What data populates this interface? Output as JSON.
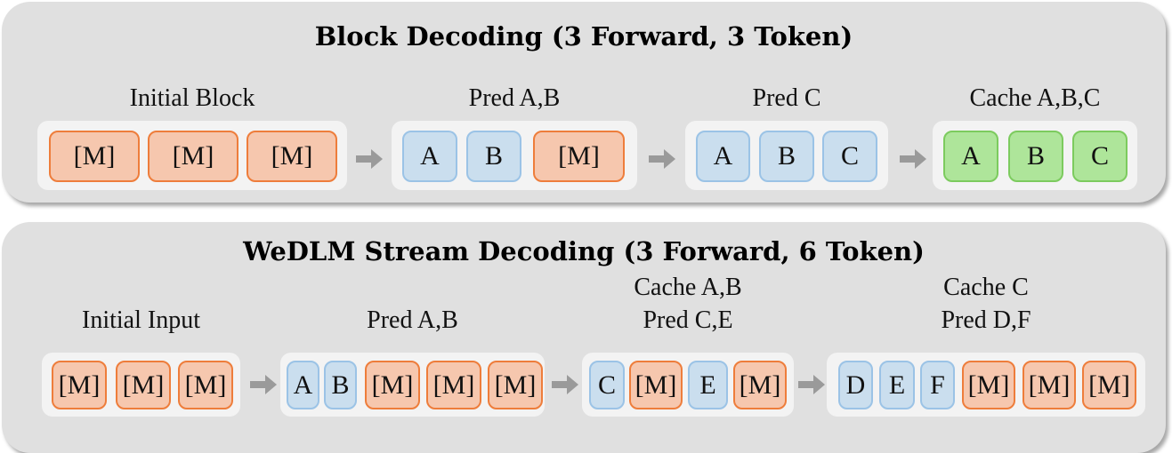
{
  "colors": {
    "mask_fill": "#f6c7ae",
    "mask_border": "#ee7d3b",
    "pred_fill": "#cadeee",
    "pred_border": "#9bc3e6",
    "cache_fill": "#aee59a",
    "cache_border": "#7ccb5e",
    "panel": "#e0e0e0",
    "group": "#f3f3f3",
    "arrow": "#9a9a9a"
  },
  "panels": [
    {
      "title": "Block Decoding (3 Forward, 3 Token)",
      "groups": [
        {
          "label": [
            "Initial Block"
          ],
          "tokens": [
            {
              "t": "[M]",
              "k": "mask"
            },
            {
              "t": "[M]",
              "k": "mask"
            },
            {
              "t": "[M]",
              "k": "mask"
            }
          ]
        },
        {
          "label": [
            "Pred A,B"
          ],
          "tokens": [
            {
              "t": "A",
              "k": "pred"
            },
            {
              "t": "B",
              "k": "pred"
            },
            {
              "t": "[M]",
              "k": "mask"
            }
          ]
        },
        {
          "label": [
            "Pred C"
          ],
          "tokens": [
            {
              "t": "A",
              "k": "pred"
            },
            {
              "t": "B",
              "k": "pred"
            },
            {
              "t": "C",
              "k": "pred"
            }
          ]
        },
        {
          "label": [
            "Cache A,B,C"
          ],
          "tokens": [
            {
              "t": "A",
              "k": "cache"
            },
            {
              "t": "B",
              "k": "cache"
            },
            {
              "t": "C",
              "k": "cache"
            }
          ]
        }
      ]
    },
    {
      "title": "WeDLM Stream Decoding (3 Forward, 6 Token)",
      "groups": [
        {
          "label": [
            "Initial Input"
          ],
          "tokens": [
            {
              "t": "[M]",
              "k": "mask"
            },
            {
              "t": "[M]",
              "k": "mask"
            },
            {
              "t": "[M]",
              "k": "mask"
            }
          ]
        },
        {
          "label": [
            "Pred A,B"
          ],
          "tokens": [
            {
              "t": "A",
              "k": "pred"
            },
            {
              "t": "B",
              "k": "pred"
            },
            {
              "t": "[M]",
              "k": "mask"
            },
            {
              "t": "[M]",
              "k": "mask"
            },
            {
              "t": "[M]",
              "k": "mask"
            }
          ]
        },
        {
          "label": [
            "Cache A,B",
            "Pred C,E"
          ],
          "tokens": [
            {
              "t": "C",
              "k": "pred"
            },
            {
              "t": "[M]",
              "k": "mask"
            },
            {
              "t": "E",
              "k": "pred"
            },
            {
              "t": "[M]",
              "k": "mask"
            }
          ]
        },
        {
          "label": [
            "Cache C",
            "Pred D,F"
          ],
          "tokens": [
            {
              "t": "D",
              "k": "pred"
            },
            {
              "t": "E",
              "k": "pred"
            },
            {
              "t": "F",
              "k": "pred"
            },
            {
              "t": "[M]",
              "k": "mask"
            },
            {
              "t": "[M]",
              "k": "mask"
            },
            {
              "t": "[M]",
              "k": "mask"
            }
          ]
        }
      ]
    }
  ]
}
